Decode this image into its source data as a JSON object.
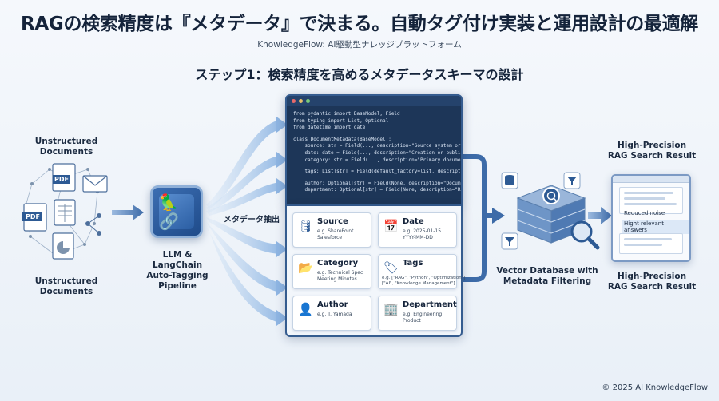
{
  "header": {
    "title": "RAGの検索精度は『メタデータ』で決まる。自動タグ付け実装と運用設計の最適解",
    "subtitle": "KnowledgeFlow: AI駆動型ナレッジプラットフォーム",
    "step_title": "ステップ1：検索精度を高めるメタデータスキーマの設計"
  },
  "left": {
    "label_top": "Unstructured\nDocuments",
    "label_bottom": "Unstructured\nDocuments",
    "pdf1": "PDF",
    "pdf2": "PDF"
  },
  "pipeline": {
    "label": "LLM & LangChain\nAuto-Tagging\nPipeline",
    "extract_label": "メタデータ抽出"
  },
  "code": {
    "lines": [
      "from pydantic import BaseModel, Field",
      "from typing import List, Optional",
      "from datetime import date",
      "",
      "class DocumentMetadata(BaseModel):",
      "    source: str = Field(..., description=\"Source system or",
      "    date: date = Field(..., description=\"Creation or publi",
      "    category: str = Field(..., description=\"Primary docume",
      "",
      "    tags: List[str] = Field(default_factory=list, descript",
      "",
      "    author: Optional[str] = Field(None, description=\"Docum",
      "    department: Optional[str] = Field(None, description=\"R"
    ]
  },
  "cards": [
    {
      "title": "Source",
      "sub": "e.g. SharePoint\nSalesforce",
      "icon": "database-icon"
    },
    {
      "title": "Date",
      "sub": "e.g. 2025-01-15\nYYYY-MM-DD",
      "icon": "calendar-icon"
    },
    {
      "title": "Category",
      "sub": "e.g. Technical Spec\nMeeting Minutes",
      "icon": "folder-icon"
    },
    {
      "title": "Tags",
      "sub": "e.g. [\"RAG\", \"Python\", \"Optimization\"]\n[\"AI\", \"Knowledge Management\"]",
      "icon": "tag-icon"
    },
    {
      "title": "Author",
      "sub": "e.g. T. Yamada",
      "icon": "person-icon"
    },
    {
      "title": "Department",
      "sub": "e.g. Engineering\nProduct",
      "icon": "building-icon"
    }
  ],
  "vector_db": {
    "label": "Vector Database with\nMetadata Filtering"
  },
  "result": {
    "label_top": "High-Precision\nRAG Search Result",
    "label_bottom": "High-Precision\nRAG Search Result",
    "line1": "Reduced noise",
    "line2": "Hight relevant answers"
  },
  "footer": "© 2025 AI KnowledgeFlow",
  "colors": {
    "primary": "#2d5a94",
    "dark_navy": "#1d3658",
    "flow_light": "#a9c8ea",
    "background": "#f5f8fc"
  }
}
